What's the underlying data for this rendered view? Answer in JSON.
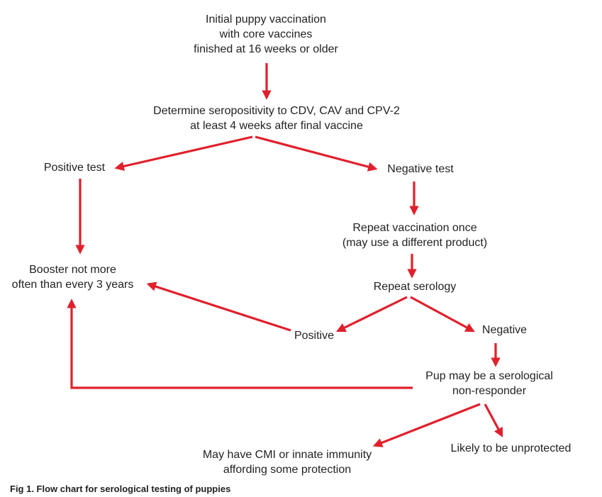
{
  "nodes": {
    "start": [
      "Initial puppy vaccination",
      "with core vaccines",
      "finished at 16 weeks or older"
    ],
    "determine": [
      "Determine seropositivity to CDV, CAV and CPV-2",
      "at least 4 weeks after final vaccine"
    ],
    "positive_test": [
      "Positive test"
    ],
    "negative_test": [
      "Negative test"
    ],
    "repeat_vaccination": [
      "Repeat vaccination once",
      "(may use a different product)"
    ],
    "booster": [
      "Booster not more",
      "often than every 3 years"
    ],
    "repeat_serology": [
      "Repeat serology"
    ],
    "positive": [
      "Positive"
    ],
    "negative": [
      "Negative"
    ],
    "non_responder": [
      "Pup may be a serological",
      "non-responder"
    ],
    "cmi": [
      "May have CMI or innate immunity",
      "affording some protection"
    ],
    "unprotected": [
      "Likely to be unprotected"
    ]
  },
  "caption": "Fig 1. Flow chart for serological testing of puppies",
  "colors": {
    "arrow": "#e0202c",
    "text": "#231f20"
  }
}
